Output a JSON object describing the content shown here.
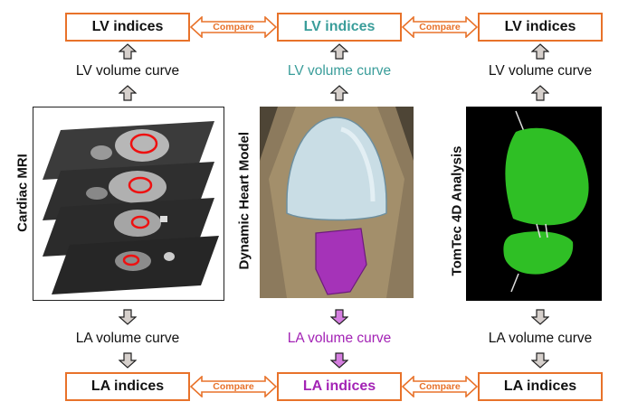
{
  "top": {
    "boxes": [
      {
        "label": "LV indices",
        "color": "#111111"
      },
      {
        "label": "LV indices",
        "color": "#3a9d9a"
      },
      {
        "label": "LV indices",
        "color": "#111111"
      }
    ],
    "compare": [
      "Compare",
      "Compare"
    ],
    "curves": [
      {
        "label": "LV volume curve",
        "color": "#111111"
      },
      {
        "label": "LV volume curve",
        "color": "#3a9d9a"
      },
      {
        "label": "LV volume curve",
        "color": "#111111"
      }
    ]
  },
  "panels": [
    {
      "label": "Cardiac MRI"
    },
    {
      "label": "Dynamic Heart Model"
    },
    {
      "label": "TomTec 4D Analysis"
    }
  ],
  "bottom": {
    "curves": [
      {
        "label": "LA volume curve",
        "color": "#111111"
      },
      {
        "label": "LA volume curve",
        "color": "#a323b5"
      },
      {
        "label": "LA volume curve",
        "color": "#111111"
      }
    ],
    "boxes": [
      {
        "label": "LA indices",
        "color": "#111111"
      },
      {
        "label": "LA indices",
        "color": "#a323b5"
      },
      {
        "label": "LA indices",
        "color": "#111111"
      }
    ],
    "compare": [
      "Compare",
      "Compare"
    ]
  },
  "colors": {
    "box_border": "#e8722a",
    "arrow_gray": "#d6d0cc",
    "arrow_purple": "#d57ee0"
  }
}
